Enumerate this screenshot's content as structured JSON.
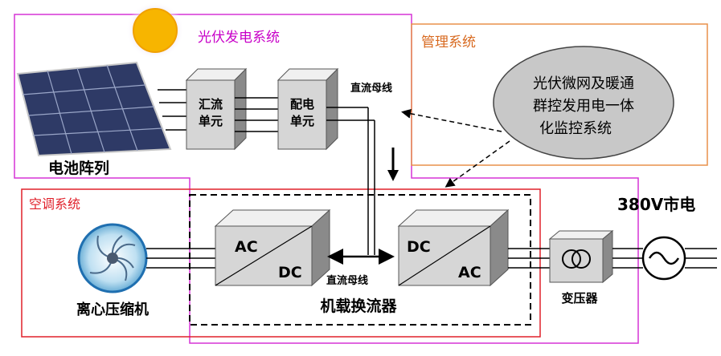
{
  "sections": {
    "pv_system": "光伏发电系统",
    "management": "管理系统",
    "ac_system": "空调系统"
  },
  "labels": {
    "battery_array": "电池阵列",
    "combiner_line1": "汇流",
    "combiner_line2": "单元",
    "distribution_line1": "配电",
    "distribution_line2": "单元",
    "dc_bus_top": "直流母线",
    "dc_bus_bottom": "直流母线",
    "monitor_line1": "光伏微网及暖通",
    "monitor_line2": "群控发用电一体",
    "monitor_line3": "化监控系统",
    "converter_left_ac": "AC",
    "converter_left_dc": "DC",
    "converter_right_dc": "DC",
    "converter_right_ac": "AC",
    "onboard_converter": "机载换流器",
    "compressor": "离心压缩机",
    "transformer": "变压器",
    "grid": "380V市电"
  },
  "colors": {
    "pv_border": "#d633d6",
    "management_border": "#e8914a",
    "ac_border": "#e0202a",
    "pv_title": "#c800c8",
    "management_title": "#d86a20",
    "ac_title": "#e0202a",
    "sun": "#f7b500",
    "panel": "#3a4a78",
    "box_face": "#d6d6d6",
    "box_side": "#8a8a8a",
    "box_top": "#f0f0f0",
    "ellipse_fill": "#c8c8c8"
  }
}
